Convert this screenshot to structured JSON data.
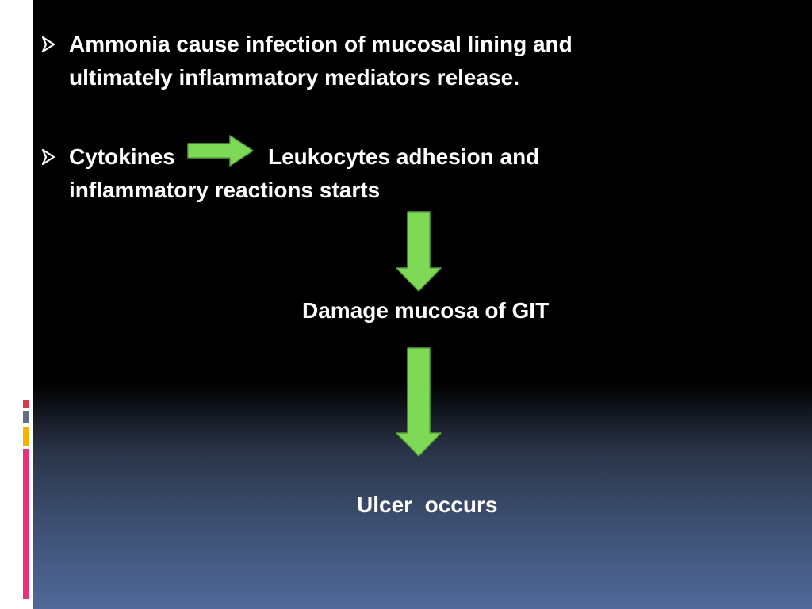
{
  "colors": {
    "arrow_fill": "#7ed957",
    "arrow_stroke": "#5aa13a",
    "text": "#ffffff",
    "background_top": "#000000",
    "background_bottom": "#50699a",
    "deco_red": "#d9384a",
    "deco_slate": "#5f6f86",
    "deco_yellow": "#f2b400",
    "deco_pink": "#e8337a"
  },
  "bullets": [
    {
      "marker_icon": "arrowhead-bullet-icon",
      "line1": "Ammonia cause infection of mucosal lining and",
      "line2": "ultimately inflammatory mediators release."
    },
    {
      "marker_icon": "arrowhead-bullet-icon",
      "cause": "Cytokines",
      "effect": "Leukocytes adhesion and",
      "line2": "inflammatory reactions starts"
    }
  ],
  "flow": {
    "step1": "Damage mucosa of GIT",
    "step2": "Ulcer  occurs"
  }
}
